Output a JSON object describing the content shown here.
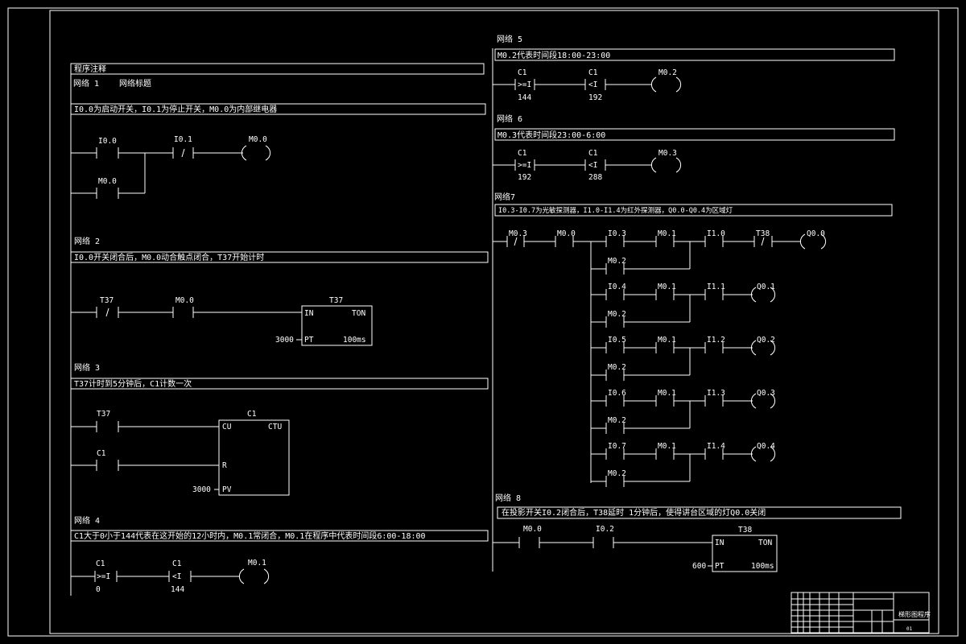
{
  "left": {
    "program_comment": "程序注释",
    "n1": {
      "title": "网络 1",
      "subtitle": "网络标题",
      "comment": "I0.0为启动开关，I0.1为停止开关，M0.0为内部继电器",
      "c1": "I0.0",
      "c2": "M0.0",
      "c3": "I0.1",
      "c3sym": "/",
      "coil": "M0.0"
    },
    "n2": {
      "title": "网络 2",
      "comment": "I0.0开关闭合后，M0.0动合触点闭合，T37开始计时",
      "c1": "T37",
      "c1sym": "/",
      "c2": "M0.0",
      "box_name": "T37",
      "box_in": "IN",
      "box_type": "TON",
      "box_pt": "PT",
      "box_res": "100ms",
      "pt_value": "3000"
    },
    "n3": {
      "title": "网络 3",
      "comment": "T37计时到5分钟后，C1计数一次",
      "c1": "T37",
      "c2": "C1",
      "box_name": "C1",
      "box_cu": "CU",
      "box_type": "CTU",
      "box_r": "R",
      "box_pv": "PV",
      "pv_value": "3000"
    },
    "n4": {
      "title": "网络 4",
      "comment": "C1大于0小于144代表在这开始的12小时内，M0.1常闭合，M0.1在程序中代表时间段6:00-18:00",
      "c1": "C1",
      "c1op": ">=I",
      "c1val": "0",
      "c2": "C1",
      "c2op": "<I",
      "c2val": "144",
      "coil": "M0.1"
    }
  },
  "right": {
    "n5": {
      "title": "网络 5",
      "comment": "M0.2代表时间段18:00-23:00",
      "c1": "C1",
      "c1op": ">=I",
      "c1val": "144",
      "c2": "C1",
      "c2op": "<I",
      "c2val": "192",
      "coil": "M0.2"
    },
    "n6": {
      "title": "网络 6",
      "comment": "M0.3代表时间段23:00-6:00",
      "c1": "C1",
      "c1op": ">=I",
      "c1val": "192",
      "c2": "C1",
      "c2op": "<I",
      "c2val": "288",
      "coil": "M0.3"
    },
    "n7": {
      "title": "网络7",
      "comment": "I0.3-I0.7为光敏探测器，I1.0-I1.4为红外探测器，Q0.0-Q0.4为区域灯",
      "top": {
        "c1": "M0.3",
        "c1sym": "/",
        "c2": "M0.0",
        "c3": "T38",
        "c3sym": "/"
      },
      "rows": [
        {
          "a": "I0.3",
          "b": "M0.1",
          "c": "I1.0",
          "coil": "Q0.0",
          "par": "M0.2"
        },
        {
          "a": "I0.4",
          "b": "M0.1",
          "c": "I1.1",
          "coil": "Q0.1",
          "par": "M0.2"
        },
        {
          "a": "I0.5",
          "b": "M0.1",
          "c": "I1.2",
          "coil": "Q0.2",
          "par": "M0.2"
        },
        {
          "a": "I0.6",
          "b": "M0.1",
          "c": "I1.3",
          "coil": "Q0.3",
          "par": "M0.2"
        },
        {
          "a": "I0.7",
          "b": "M0.1",
          "c": "I1.4",
          "coil": "Q0.4",
          "par": "M0.2"
        }
      ]
    },
    "n8": {
      "title": "网络 8",
      "comment": "在投影开关I0.2闭合后，T38延时 1分钟后，使得讲台区域的灯Q0.0关闭",
      "c1": "M0.0",
      "c2": "I0.2",
      "box_name": "T38",
      "box_in": "IN",
      "box_type": "TON",
      "box_pt": "PT",
      "box_res": "100ms",
      "pt_value": "600"
    }
  },
  "title_block": {
    "name": "梯形图程序",
    "num": "01"
  }
}
